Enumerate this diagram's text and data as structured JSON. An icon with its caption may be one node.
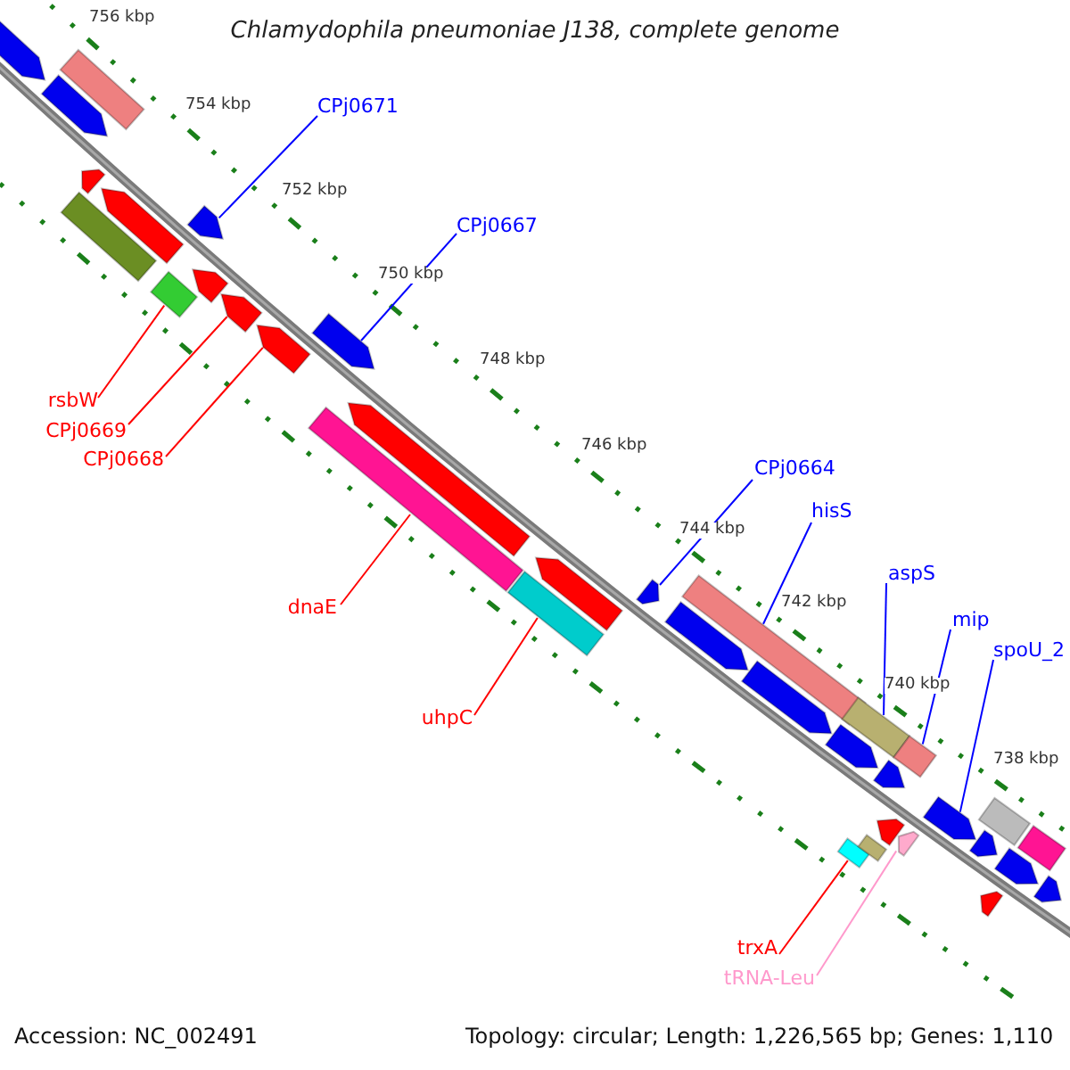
{
  "diagram": {
    "title": "Chlamydophila pneumoniae J138, complete genome",
    "nodes": [
      {
        "text": [
          "CPj0671"
        ]
      },
      {
        "text": [
          "CPj0667"
        ]
      },
      {
        "text": [
          "rsbW"
        ]
      },
      {
        "text": [
          "CPj0669"
        ]
      },
      {
        "text": [
          "CPj0668"
        ]
      },
      {
        "text": [
          "CPj0664"
        ]
      },
      {
        "text": [
          "hisS"
        ]
      },
      {
        "text": [
          "aspS"
        ]
      },
      {
        "text": [
          "dnaE"
        ]
      },
      {
        "text": [
          "mip"
        ]
      },
      {
        "text": [
          "spoU_2"
        ]
      },
      {
        "text": [
          "uhpC"
        ]
      },
      {
        "text": [
          "trxA"
        ]
      },
      {
        "text": [
          "tRNA-Leu"
        ]
      },
      {
        "text": [],
        "shape": "pentagon"
      },
      {
        "text": [],
        "shape": "pentagon"
      },
      {
        "text": [],
        "shape": "bar"
      },
      {
        "text": [],
        "shape": "pentagon"
      },
      {
        "text": [],
        "shape": "bar"
      },
      {
        "text": [],
        "shape": "pentagon"
      },
      {
        "text": [],
        "shape": "pentagon"
      },
      {
        "text": [],
        "shape": "bar"
      },
      {
        "text": [],
        "shape": "pentagon"
      },
      {
        "text": [],
        "shape": "pentagon"
      },
      {
        "text": [],
        "shape": "pentagon"
      },
      {
        "text": [],
        "shape": "pentagon"
      },
      {
        "text": [],
        "shape": "pentagon"
      },
      {
        "text": [],
        "shape": "bar"
      },
      {
        "text": [],
        "shape": "pentagon"
      },
      {
        "text": [],
        "shape": "bar"
      },
      {
        "text": [],
        "shape": "pentagon"
      },
      {
        "text": [],
        "shape": "pentagon"
      },
      {
        "text": [],
        "shape": "bar"
      },
      {
        "text": [],
        "shape": "pentagon"
      },
      {
        "text": [],
        "shape": "pentagon"
      },
      {
        "text": [],
        "shape": "bar"
      },
      {
        "text": [],
        "shape": "pentagon"
      },
      {
        "text": [],
        "shape": "bar"
      },
      {
        "text": [],
        "shape": "bar"
      },
      {
        "text": [],
        "shape": "bar"
      },
      {
        "text": [],
        "shape": "pentagon"
      },
      {
        "text": [],
        "shape": "pentagon"
      },
      {
        "text": [],
        "shape": "pentagon"
      },
      {
        "text": [],
        "shape": "bar"
      },
      {
        "text": [],
        "shape": "pentagon"
      },
      {
        "text": [],
        "shape": "pentagon"
      },
      {
        "text": [],
        "shape": "pentagon"
      },
      {
        "text": [],
        "shape": "bar"
      },
      {
        "text": [],
        "shape": "pentagon"
      }
    ],
    "edges": [
      {
        "from": 0,
        "to": 20,
        "arrow": "none"
      },
      {
        "from": 1,
        "to": 25,
        "arrow": "none"
      },
      {
        "from": 2,
        "to": 21,
        "arrow": "none",
        "color": "#ff0000"
      },
      {
        "from": 3,
        "to": 23,
        "arrow": "none",
        "color": "#ff0000"
      },
      {
        "from": 4,
        "to": 24,
        "arrow": "none",
        "color": "#ff0000"
      },
      {
        "from": 5,
        "to": 30,
        "arrow": "none"
      },
      {
        "from": 6,
        "to": 32,
        "arrow": "none"
      },
      {
        "from": 7,
        "to": 35,
        "arrow": "none"
      },
      {
        "from": 8,
        "to": 27,
        "arrow": "none",
        "color": "#ff0000"
      },
      {
        "from": 9,
        "to": 37,
        "arrow": "none"
      },
      {
        "from": 10,
        "to": 42,
        "arrow": "none"
      },
      {
        "from": 11,
        "to": 29,
        "arrow": "none",
        "color": "#ff0000"
      },
      {
        "from": 12,
        "to": 38,
        "arrow": "none",
        "color": "#ff0000"
      },
      {
        "from": 13,
        "to": 41,
        "arrow": "none",
        "color": "#ff99cc"
      }
    ],
    "labels": [
      "756 kbp",
      "754 kbp",
      "752 kbp",
      "750 kbp",
      "748 kbp",
      "746 kbp",
      "744 kbp",
      "742 kbp",
      "740 kbp",
      "738 kbp",
      "Accession: NC_002491",
      "Topology: circular; Length: 1,226,565 bp; Genes: 1,110"
    ]
  }
}
